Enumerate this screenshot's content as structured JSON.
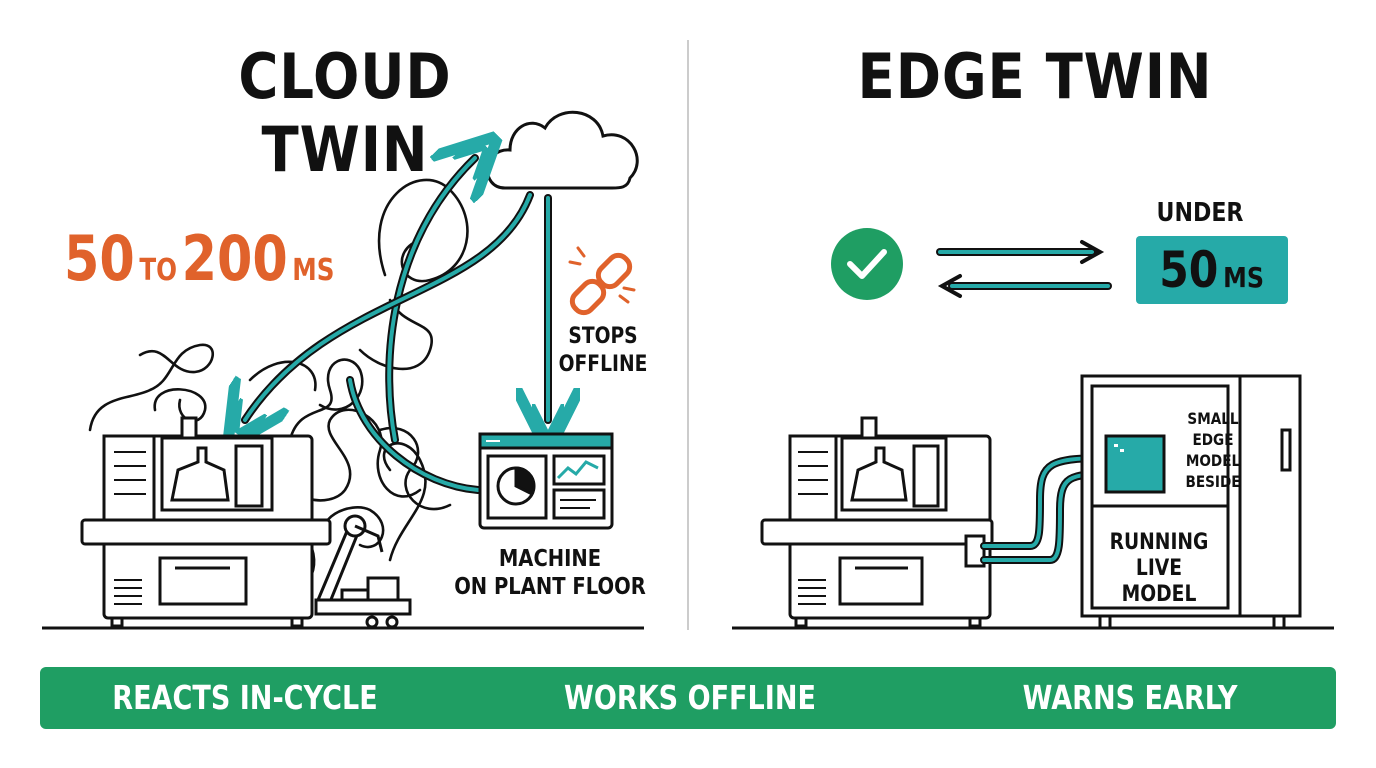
{
  "left_panel": {
    "title": "CLOUD TWIN",
    "latency": {
      "value_from": "50",
      "connector": "TO",
      "value_to": "200",
      "unit": "MS"
    },
    "offline_label": [
      "STOPS",
      "OFFLINE"
    ],
    "machine_label": [
      "MACHINE",
      "ON PLANT FLOOR"
    ],
    "icons": [
      "cloud-icon",
      "broken-link-icon",
      "dashboard-icon",
      "cnc-machine-icon",
      "robot-arm-icon"
    ]
  },
  "right_panel": {
    "title": "EDGE TWIN",
    "latency_prefix": "UNDER",
    "latency": {
      "value": "50",
      "unit": "MS"
    },
    "edge_model_label": [
      "SMALL",
      "EDGE",
      "MODEL",
      "BESIDE"
    ],
    "running_label": [
      "RUNNING",
      "LIVE MODEL"
    ],
    "icons": [
      "check-icon",
      "bidirectional-arrows-icon",
      "cnc-machine-icon",
      "edge-server-cabinet-icon"
    ]
  },
  "benefits": [
    "REACTS IN-CYCLE",
    "WORKS OFFLINE",
    "WARNS EARLY"
  ],
  "colors": {
    "teal": "#26aaa8",
    "orange": "#e0622b",
    "green": "#1f9e63",
    "ink": "#111111"
  }
}
